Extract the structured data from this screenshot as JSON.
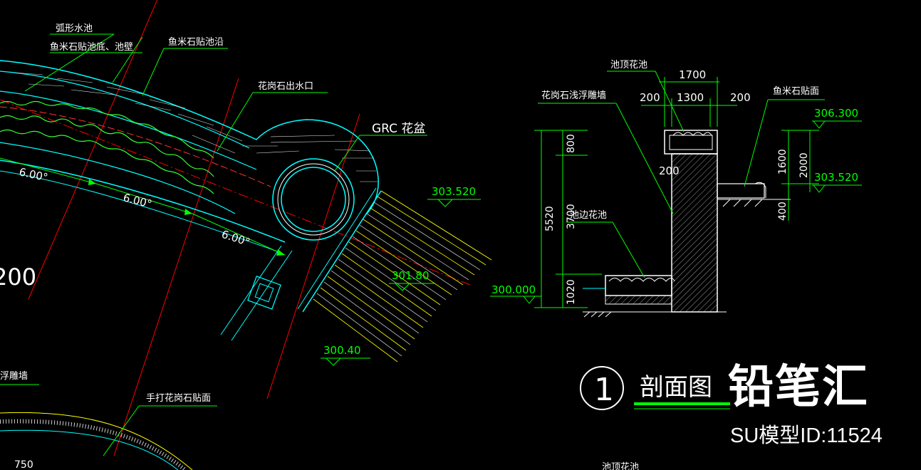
{
  "labels": {
    "curved_pool": "弧形水池",
    "pool_bottom_wall": "鱼米石贴池底、池壁",
    "pool_edge": "鱼米石贴池沿",
    "granite_outlet": "花岗石出水口",
    "grc_planter": "GRC 花盆",
    "relief_wall_left": "浮雕墙",
    "hand_granite": "手打花岗石贴面",
    "angle_1": "6.00°",
    "angle_2": "6.00°",
    "angle_3": "6.00°",
    "big_number": "200",
    "elev_303": "303.520",
    "elev_301": "301.80",
    "elev_300": "300.40",
    "bottom_dim": "750"
  },
  "section": {
    "top_planter": "池顶花池",
    "relief_wall": "花岗石浅浮雕墙",
    "side_planter": "池边花池",
    "pebble_face": "鱼米石贴面",
    "dim_1700": "1700",
    "dim_200a": "200",
    "dim_1300": "1300",
    "dim_200b": "200",
    "dim_200c": "200",
    "dim_800": "800",
    "dim_3700": "3700",
    "dim_5520": "5520",
    "dim_1020": "1020",
    "dim_1600": "1600",
    "dim_2000": "2000",
    "dim_400": "400",
    "elev_306": "306.300",
    "elev_303": "303.520",
    "elev_300": "300.000",
    "title_num": "1",
    "title": "剖面图",
    "bottom_cut": "池顶花池"
  },
  "watermark": {
    "brand": "铅笔汇",
    "model_id": "SU模型ID:11524"
  },
  "colors": {
    "background": "#000000",
    "label": "#ffffff",
    "leader": "#00ff00",
    "cyan": "#00ffff",
    "red": "#ff0000",
    "yellow": "#ffff00"
  }
}
